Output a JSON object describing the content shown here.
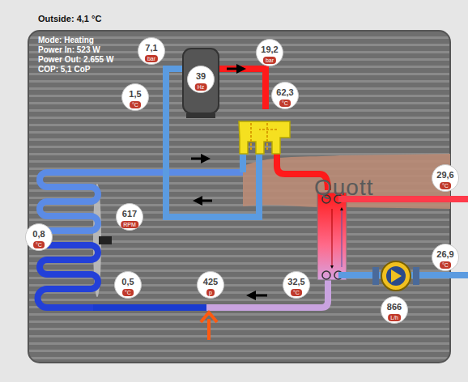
{
  "diagram": {
    "nodes": [
      {
        "text": [
          "7,1",
          "bar"
        ]
      },
      {
        "text": [
          "19,2",
          "bar"
        ]
      },
      {
        "text": [
          "39",
          "Hz"
        ]
      },
      {
        "text": [
          "1,5",
          "°C"
        ]
      },
      {
        "text": [
          "62,3",
          "°C"
        ]
      },
      {
        "text": [
          "29,6",
          "°C"
        ]
      },
      {
        "text": [
          "617",
          "RPM"
        ]
      },
      {
        "text": [
          "0,8",
          "°C"
        ]
      },
      {
        "text": [
          "26,9",
          "°C"
        ]
      },
      {
        "text": [
          "0,5",
          "°C"
        ]
      },
      {
        "text": [
          "425",
          "p"
        ]
      },
      {
        "text": [
          "32,5",
          "°C"
        ]
      },
      {
        "text": [
          "866",
          "L/h"
        ]
      }
    ],
    "labels": [
      "Outside: 4,1 °C",
      "Mode: Heating",
      "Power In: 523 W",
      "Power Out: 2.655 W",
      "COP: 5,1 CoP",
      "Quott"
    ]
  }
}
